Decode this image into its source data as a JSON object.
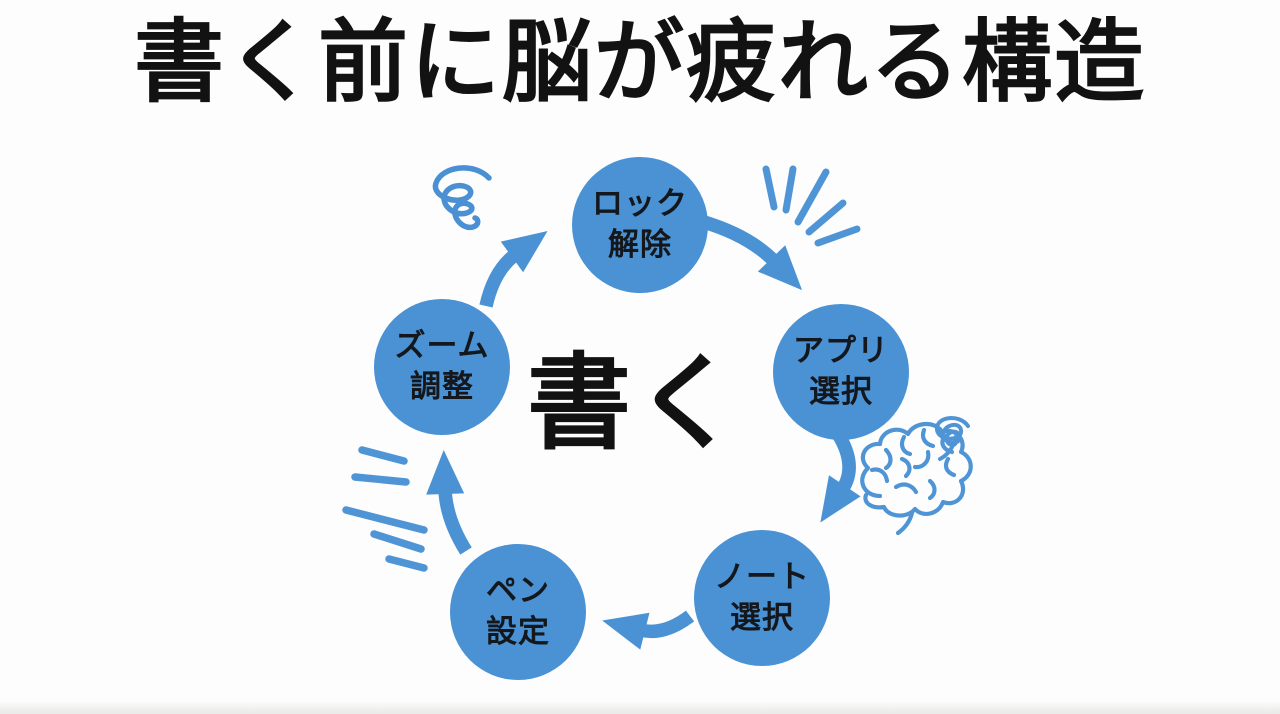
{
  "slide": {
    "title": "書く前に脳が疲れる構造",
    "center_label": "書く"
  },
  "cycle_steps": [
    {
      "id": "unlock",
      "label": "ロック\n解除"
    },
    {
      "id": "app-select",
      "label": "アプリ\n選択"
    },
    {
      "id": "note-select",
      "label": "ノート\n選択"
    },
    {
      "id": "pen-settings",
      "label": "ペン\n設定"
    },
    {
      "id": "zoom-adjust",
      "label": "ズーム\n調整"
    }
  ],
  "cycle_order": [
    "unlock",
    "app-select",
    "note-select",
    "pen-settings",
    "zoom-adjust"
  ],
  "decorations": {
    "top_left": "confusion-scribble",
    "top_right": "emphasis-burst",
    "right": "brain-with-dizzy-spiral",
    "bottom_left": "emphasis-burst"
  },
  "colors": {
    "shape_blue": "#4a92d4",
    "outline_blue": "#4f95d6",
    "text_dark": "#121212",
    "background": "#fdfdfd"
  }
}
